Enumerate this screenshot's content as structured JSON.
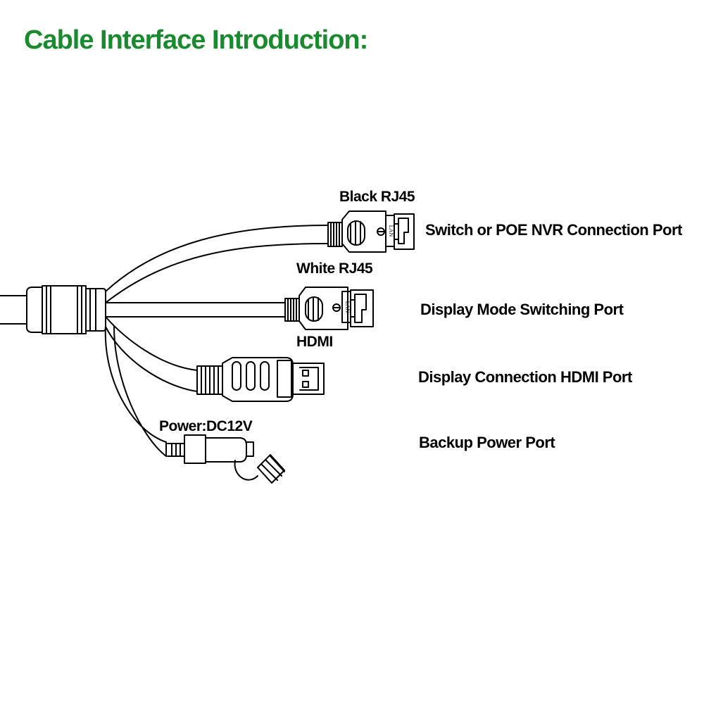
{
  "title": "Cable Interface Introduction:",
  "colors": {
    "title": "#1a8a2e",
    "line": "#000000",
    "background": "#ffffff"
  },
  "connectors": [
    {
      "id": "black-rj45",
      "icon": "rj45-plug-icon",
      "label": "Black RJ45",
      "plug_text": "LAN",
      "port": "Switch or POE NVR Connection Port"
    },
    {
      "id": "white-rj45",
      "icon": "rj45-plug-icon",
      "label": "White RJ45",
      "plug_text": "LAN",
      "port": "Display Mode Switching Port"
    },
    {
      "id": "hdmi",
      "icon": "hdmi-plug-icon",
      "label": "HDMI",
      "port": "Display Connection HDMI Port"
    },
    {
      "id": "power",
      "icon": "dc-jack-icon",
      "label": "Power:DC12V",
      "port": "Backup Power Port"
    }
  ]
}
